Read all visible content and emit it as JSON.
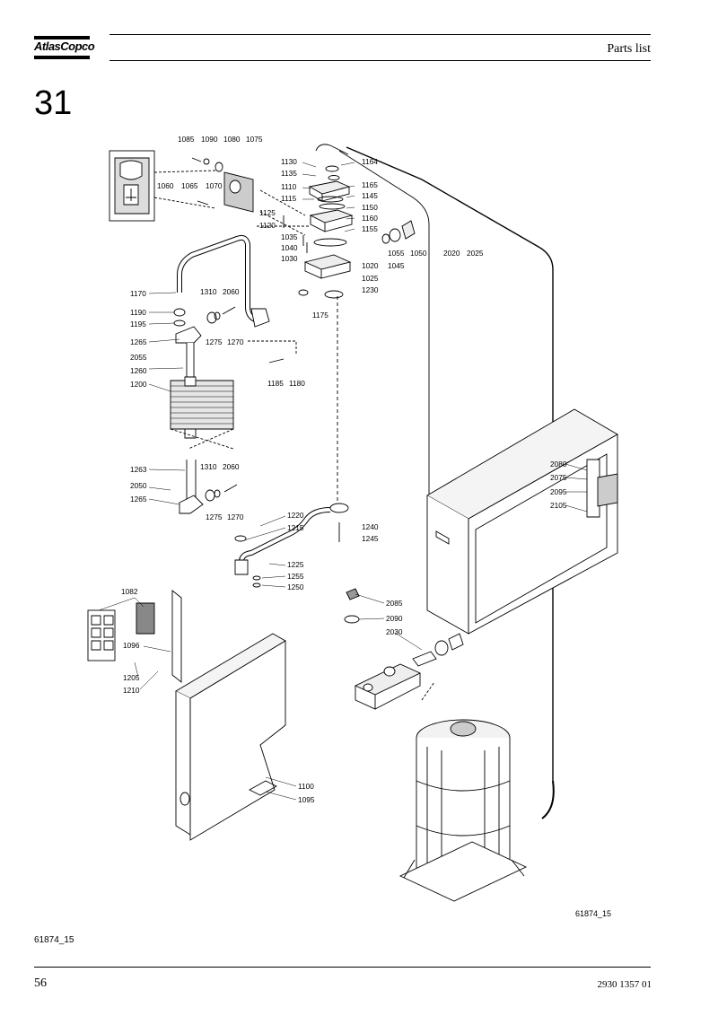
{
  "header": {
    "brand": "AtlasCopco",
    "title": "Parts list"
  },
  "section_number": "31",
  "figure": {
    "code": "61874_15",
    "caption": "61874_15",
    "callouts": [
      "1085",
      "1090",
      "1080",
      "1075",
      "1060",
      "1065",
      "1070",
      "1130",
      "1135",
      "1110",
      "1115",
      "1125",
      "1120",
      "1035",
      "1040",
      "1030",
      "1164",
      "1165",
      "1145",
      "1150",
      "1160",
      "1155",
      "1055",
      "1050",
      "1020",
      "1045",
      "1025",
      "1230",
      "2020",
      "2025",
      "1170",
      "1310",
      "2060",
      "1190",
      "1195",
      "1265",
      "1275",
      "1270",
      "2055",
      "1260",
      "1200",
      "1175",
      "1185",
      "1180",
      "1263",
      "1310",
      "2060",
      "2050",
      "1265",
      "1275",
      "1270",
      "1220",
      "1215",
      "1240",
      "1245",
      "1225",
      "1255",
      "1250",
      "2080",
      "2075",
      "2095",
      "2105",
      "1082",
      "2085",
      "2090",
      "2030",
      "1096",
      "1205",
      "1210",
      "1100",
      "1095"
    ]
  },
  "footer": {
    "page_number": "56",
    "document_number": "2930 1357 01"
  }
}
